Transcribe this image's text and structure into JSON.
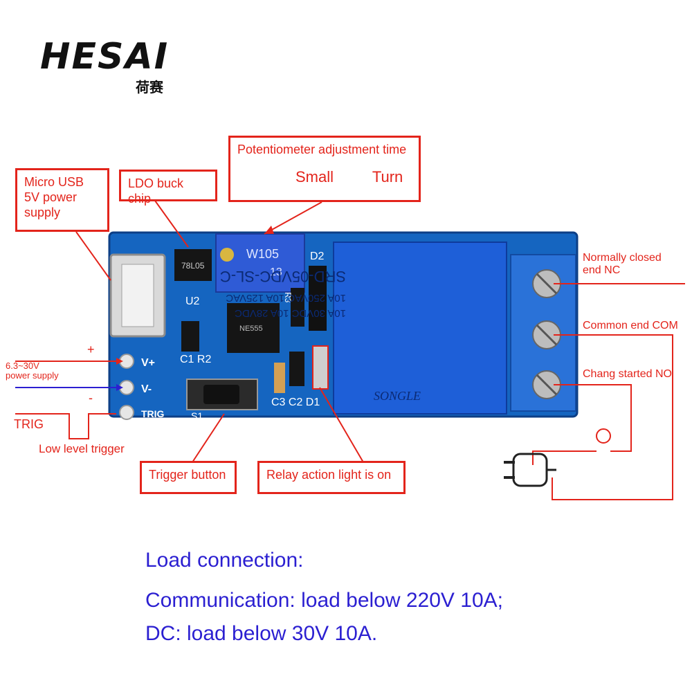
{
  "logo": {
    "brand": "HESAI",
    "subtitle": "荷赛"
  },
  "callouts": {
    "micro_usb": "Micro USB\n5V power\nsupply",
    "ldo": "LDO buck chip",
    "pot_title": "Potentiometer adjustment time",
    "pot_small": "Small",
    "pot_turn": "Turn",
    "trigger_button": "Trigger button",
    "relay_light": "Relay action light is on"
  },
  "labels": {
    "nc": "Normally closed\nend NC",
    "com": "Common end COM",
    "no": "Chang started NO",
    "power_range": "6.3~30V\npower supply",
    "plus": "+",
    "minus": "-",
    "trig": "TRIG",
    "low_level": "Low level trigger"
  },
  "board": {
    "pins": [
      "V+",
      "V-",
      "TRIG"
    ],
    "components": [
      "78L05",
      "U2",
      "W105",
      "13",
      "D2",
      "R3",
      "NE555",
      "C1",
      "R2",
      "S1",
      "C3",
      "C2",
      "D1"
    ],
    "relay_lines": [
      "SRD-05VDC-SL-C",
      "10A 250VAC  10A 125VAC",
      "10A 30VDC  10A 28VDC",
      "SONGLE"
    ],
    "colors": {
      "pcb": "#1565c0",
      "relay": "#1e5fd8",
      "terminal": "#2a72d8",
      "label": "#e3241b",
      "text_blue": "#2b1fd1"
    }
  },
  "footer": {
    "line1": "Load connection:",
    "line2": "Communication: load below 220V 10A;",
    "line3": "DC: load below 30V 10A."
  }
}
